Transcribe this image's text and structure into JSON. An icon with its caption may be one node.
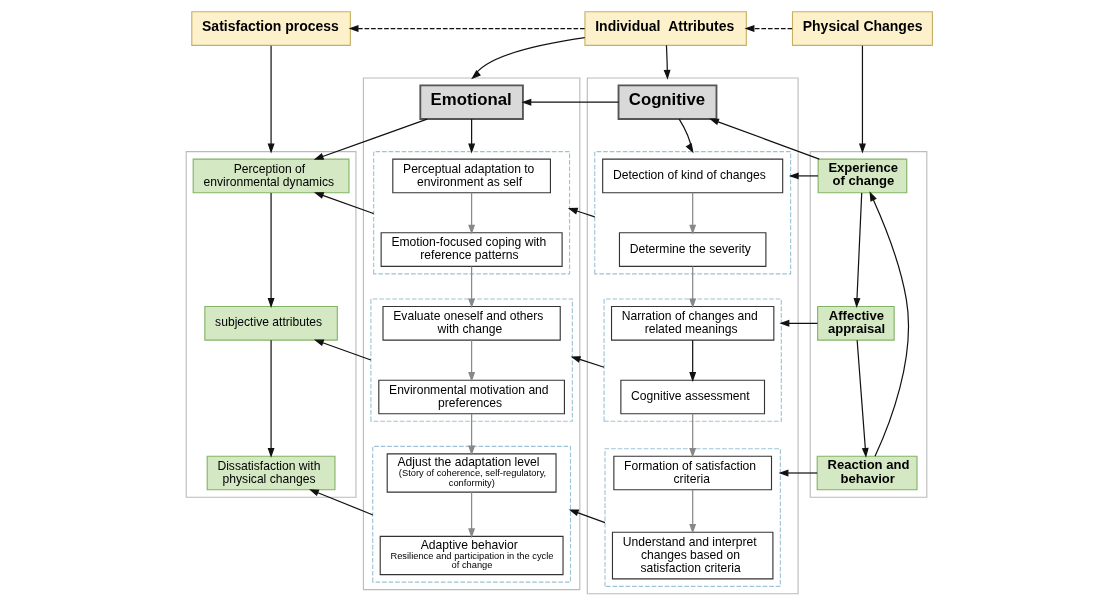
{
  "diagram": {
    "nodes": [
      {
        "text": [
          "Satisfaction process"
        ]
      },
      {
        "text": [
          "Individual  Attributes"
        ]
      },
      {
        "text": [
          "Physical Changes"
        ]
      },
      {
        "text": [],
        "shape": "box"
      },
      {
        "text": [],
        "shape": "box"
      },
      {
        "text": [],
        "shape": "box"
      },
      {
        "text": [],
        "shape": "box"
      },
      {
        "text": [
          "Emotional"
        ],
        "in": 4
      },
      {
        "text": [],
        "shape": "box",
        "in": 4
      },
      {
        "text": [
          "Perceptual adaptation to environment as self"
        ],
        "in": 8
      },
      {
        "text": [
          "Emotion-focused coping with reference patterns"
        ],
        "in": 8
      },
      {
        "text": [],
        "shape": "box",
        "in": 4
      },
      {
        "text": [
          "Evaluate oneself and others with change"
        ],
        "in": 11
      },
      {
        "text": [
          "Environmental motivation and preferences"
        ],
        "in": 11
      },
      {
        "text": [],
        "shape": "box",
        "in": 4
      },
      {
        "text": [
          "Adjust the adaptation level",
          "(Story of coherence, self-regulatory, conformity)"
        ],
        "in": 14
      },
      {
        "text": [
          "Adaptive behavior",
          "Resilience and participation in the cycle of change"
        ],
        "in": 14
      },
      {
        "text": [
          "Cognitive"
        ],
        "in": 5
      },
      {
        "text": [],
        "shape": "box",
        "in": 5
      },
      {
        "text": [
          "Detection of kind of changes"
        ],
        "in": 18
      },
      {
        "text": [
          "Determine the severity"
        ],
        "in": 18
      },
      {
        "text": [],
        "shape": "box",
        "in": 5
      },
      {
        "text": [
          "Narration of changes and related meanings"
        ],
        "in": 21
      },
      {
        "text": [
          "Cognitive assessment"
        ],
        "in": 21
      },
      {
        "text": [],
        "shape": "box",
        "in": 5
      },
      {
        "text": [
          "Formation of satisfaction criteria"
        ],
        "in": 24
      },
      {
        "text": [
          "Understand and interpret changes based on satisfaction criteria"
        ],
        "in": 24
      },
      {
        "text": [
          "Perception of environmental dynamics"
        ],
        "in": 3
      },
      {
        "text": [
          "subjective attributes"
        ],
        "in": 3
      },
      {
        "text": [
          "Dissatisfaction with physical changes"
        ],
        "in": 3
      },
      {
        "text": [
          "Experience of change"
        ],
        "in": 6
      },
      {
        "text": [
          "Affective appraisal"
        ],
        "in": 6
      },
      {
        "text": [
          "Reaction and behavior"
        ],
        "in": 6
      }
    ],
    "edges": [
      {
        "from": 1,
        "to": 0,
        "arrow": "to",
        "style": "dashed"
      },
      {
        "from": 2,
        "to": 1,
        "arrow": "to",
        "style": "dashed"
      },
      {
        "from": 0,
        "to": 3,
        "arrow": "to"
      },
      {
        "from": 1,
        "to": 4,
        "arrow": "to"
      },
      {
        "from": 1,
        "to": 5,
        "arrow": "to"
      },
      {
        "from": 2,
        "to": 6,
        "arrow": "to"
      },
      {
        "from": 17,
        "to": 7,
        "arrow": "to"
      },
      {
        "from": 7,
        "to": 27,
        "arrow": "to"
      },
      {
        "from": 30,
        "to": 17,
        "arrow": "to"
      },
      {
        "from": 7,
        "to": 8,
        "arrow": "to"
      },
      {
        "from": 17,
        "to": 18,
        "arrow": "to"
      },
      {
        "from": 9,
        "to": 10,
        "arrow": "to",
        "color": "#888888"
      },
      {
        "from": 10,
        "to": 12,
        "arrow": "to",
        "color": "#888888"
      },
      {
        "from": 12,
        "to": 13,
        "arrow": "to",
        "color": "#888888"
      },
      {
        "from": 13,
        "to": 15,
        "arrow": "to",
        "color": "#888888"
      },
      {
        "from": 15,
        "to": 16,
        "arrow": "to",
        "color": "#888888"
      },
      {
        "from": 19,
        "to": 20,
        "arrow": "to",
        "color": "#888888"
      },
      {
        "from": 20,
        "to": 22,
        "arrow": "to",
        "color": "#888888"
      },
      {
        "from": 22,
        "to": 23,
        "arrow": "to"
      },
      {
        "from": 23,
        "to": 25,
        "arrow": "to",
        "color": "#888888"
      },
      {
        "from": 25,
        "to": 26,
        "arrow": "to",
        "color": "#888888"
      },
      {
        "from": 18,
        "to": 8,
        "arrow": "to"
      },
      {
        "from": 21,
        "to": 11,
        "arrow": "to"
      },
      {
        "from": 24,
        "to": 14,
        "arrow": "to"
      },
      {
        "from": 8,
        "to": 27,
        "arrow": "to"
      },
      {
        "from": 11,
        "to": 28,
        "arrow": "to"
      },
      {
        "from": 14,
        "to": 29,
        "arrow": "to"
      },
      {
        "from": 27,
        "to": 28,
        "arrow": "to"
      },
      {
        "from": 28,
        "to": 29,
        "arrow": "to"
      },
      {
        "from": 30,
        "to": 18,
        "arrow": "to"
      },
      {
        "from": 31,
        "to": 21,
        "arrow": "to"
      },
      {
        "from": 32,
        "to": 24,
        "arrow": "to"
      },
      {
        "from": 30,
        "to": 31,
        "arrow": "to"
      },
      {
        "from": 31,
        "to": 32,
        "arrow": "to"
      },
      {
        "from": 32,
        "to": 30,
        "arrow": "to"
      }
    ]
  }
}
